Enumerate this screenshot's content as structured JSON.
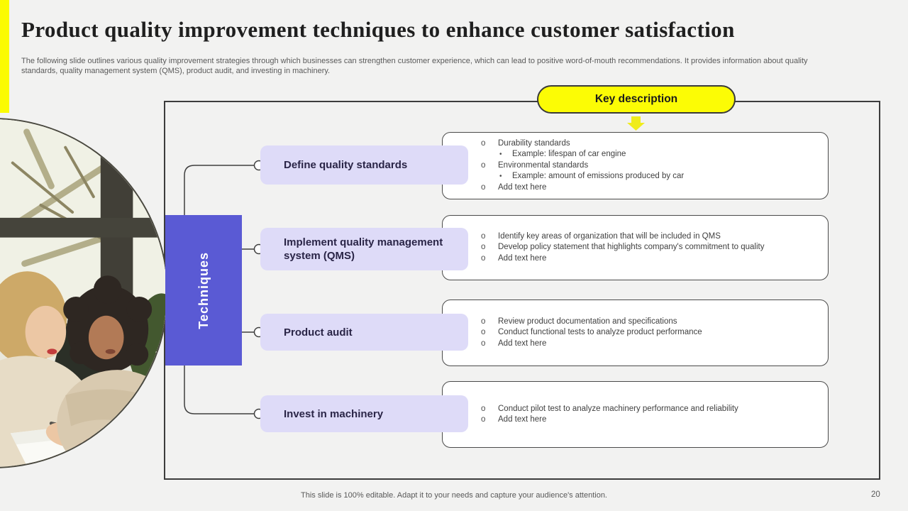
{
  "slide": {
    "title": "Product quality improvement techniques to enhance customer satisfaction",
    "subtitle_line1": "The following slide outlines various quality improvement strategies through which businesses can strengthen customer experience, which can lead to positive word-of-mouth recommendations. It provides information about quality",
    "subtitle_line2": "standards, quality management system (QMS), product audit, and investing in machinery.",
    "footer": "This slide is 100% editable. Adapt it to your needs and capture your audience's attention.",
    "page_number": "20"
  },
  "colors": {
    "accent_yellow": "#fbfb02",
    "accent_purple": "#5a5ad4",
    "label_lavender": "#dedbf8",
    "frame_border": "#3c3c3c",
    "body_text": "#3f3f3f",
    "muted_text": "#5a5a5a"
  },
  "photo": {
    "alt": "Two women sitting on a couch discussing a document by a window"
  },
  "diagram": {
    "center_label": "Techniques",
    "key_description_label": "Key description",
    "bullet_l1": "o",
    "bullet_l2": "•",
    "rows": [
      {
        "label": "Define quality standards",
        "points": [
          {
            "level": 1,
            "text": "Durability standards"
          },
          {
            "level": 2,
            "text": "Example: lifespan of car engine"
          },
          {
            "level": 1,
            "text": "Environmental standards"
          },
          {
            "level": 2,
            "text": "Example: amount of emissions produced by car"
          },
          {
            "level": 1,
            "text": "Add text here"
          }
        ]
      },
      {
        "label": "Implement quality management system (QMS)",
        "points": [
          {
            "level": 1,
            "text": "Identify key areas of organization that will be included in QMS"
          },
          {
            "level": 1,
            "text": "Develop policy statement that highlights company's commitment to quality"
          },
          {
            "level": 1,
            "text": "Add text here"
          }
        ]
      },
      {
        "label": "Product audit",
        "points": [
          {
            "level": 1,
            "text": "Review product documentation and specifications"
          },
          {
            "level": 1,
            "text": "Conduct functional tests to analyze product performance"
          },
          {
            "level": 1,
            "text": "Add text here"
          }
        ]
      },
      {
        "label": "Invest in machinery",
        "points": [
          {
            "level": 1,
            "text": "Conduct pilot test to analyze machinery performance and reliability"
          },
          {
            "level": 1,
            "text": "Add text here"
          }
        ]
      }
    ]
  }
}
